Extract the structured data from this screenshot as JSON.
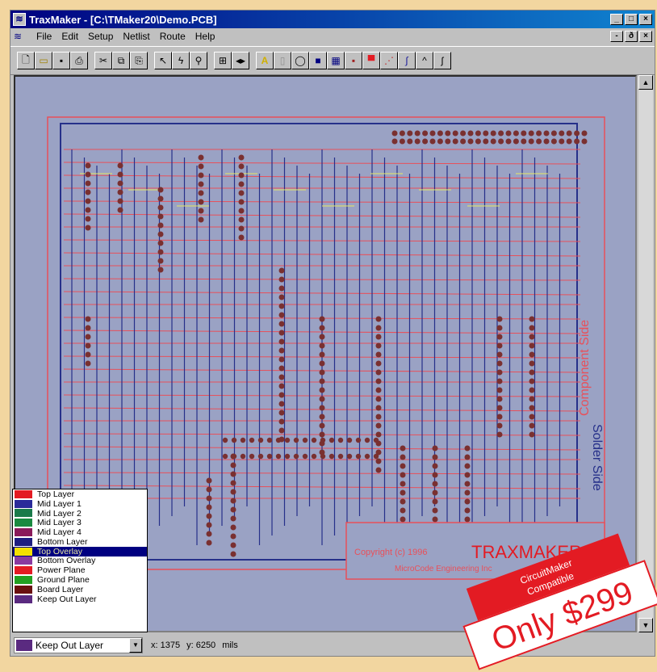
{
  "window": {
    "title": "TraxMaker - [C:\\TMaker20\\Demo.PCB]",
    "title_buttons": [
      "_",
      "□",
      "×"
    ],
    "doc_buttons": [
      "-",
      "ð",
      "×"
    ]
  },
  "menu": {
    "items": [
      "File",
      "Edit",
      "Setup",
      "Netlist",
      "Route",
      "Help"
    ]
  },
  "toolbar": {
    "buttons": [
      "new-icon",
      "open-icon",
      "save-icon",
      "print-icon",
      "cut-icon",
      "copy-icon",
      "paste-icon",
      "select-icon",
      "route-icon",
      "zoom-icon",
      "component-icon",
      "flip-icon",
      "text-icon",
      "rect-icon",
      "circle-icon",
      "fill-icon",
      "grid-icon",
      "pad-icon",
      "via-icon",
      "arc-icon",
      "trace-icon",
      "angle-icon",
      "wave-icon"
    ]
  },
  "board": {
    "copyright": "Copyright (c) 1996",
    "brand": "TRAXMAKER",
    "company": "MicroCode Engineering Inc",
    "side_component": "Component Side",
    "side_solder": "Solder Side"
  },
  "layers": {
    "items": [
      {
        "label": "Top Layer",
        "color": "#e31b23"
      },
      {
        "label": "Mid Layer 1",
        "color": "#2a2a9a"
      },
      {
        "label": "Mid Layer 2",
        "color": "#1a7a4a"
      },
      {
        "label": "Mid Layer 3",
        "color": "#1a8a40"
      },
      {
        "label": "Mid Layer 4",
        "color": "#8a1a5a"
      },
      {
        "label": "Bottom Layer",
        "color": "#1e1e80"
      },
      {
        "label": "Top Overlay",
        "color": "#f4e000"
      },
      {
        "label": "Bottom Overlay",
        "color": "#8a3aa0"
      },
      {
        "label": "Power Plane",
        "color": "#e31b23"
      },
      {
        "label": "Ground Plane",
        "color": "#22a022"
      },
      {
        "label": "Board Layer",
        "color": "#6a1010"
      },
      {
        "label": "Keep Out Layer",
        "color": "#5a2a80"
      }
    ],
    "selected_index": 6
  },
  "status": {
    "current_layer": "Keep Out Layer",
    "x_label": "x: 1375",
    "y_label": "y: 6250",
    "units": "mils"
  },
  "promo": {
    "line1": "CircuitMaker",
    "line2": "Compatible",
    "price": "Only $299"
  },
  "colors": {
    "trace_red": "#e8505a",
    "trace_blue": "#26308a",
    "overlay_yellow": "#e8e860",
    "pad": "#7a3030",
    "board_bg": "#9aa2c4"
  }
}
